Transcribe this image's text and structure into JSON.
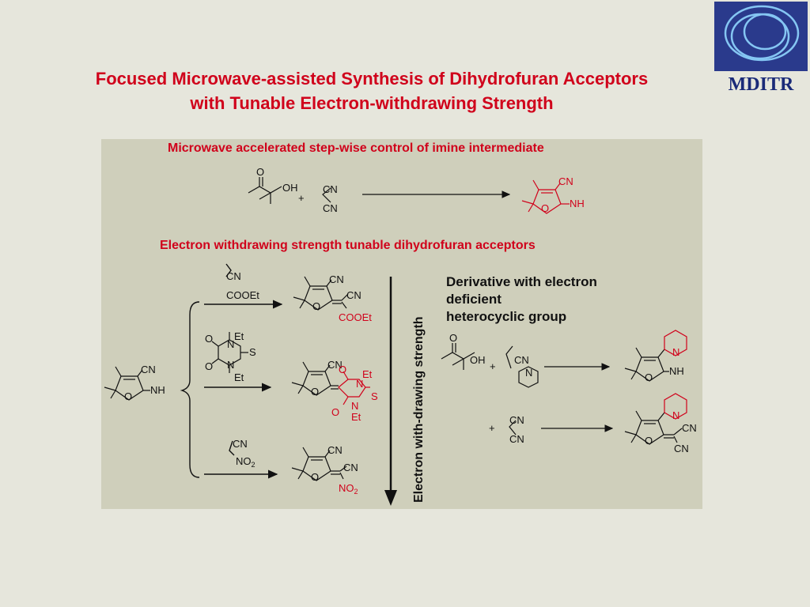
{
  "title": {
    "line1": "Focused Microwave-assisted Synthesis of Dihydrofuran Acceptors",
    "line2": "with Tunable Electron-withdrawing Strength"
  },
  "logo": {
    "text": "MDITR",
    "icon": "rings-logo-icon"
  },
  "scheme": {
    "section1_heading": "Microwave accelerated step-wise control of imine intermediate",
    "section2_heading": "Electron withdrawing strength tunable dihydrofuran acceptors",
    "arrow_label": "Electron with-drawing strength",
    "derivative": {
      "line1": "Derivative with electron",
      "line2": "deficient",
      "line3": "heterocyclic group"
    },
    "labels": {
      "O": "O",
      "OH": "OH",
      "plus": "+",
      "CN": "CN",
      "NH": "NH",
      "N": "N",
      "S": "S",
      "Et": "Et",
      "COOEt": "COOEt",
      "NO": "NO",
      "sub2": "2"
    }
  },
  "colors": {
    "accent": "#d0021b",
    "panel": "#cfcfbb",
    "background": "#e6e6dc"
  }
}
